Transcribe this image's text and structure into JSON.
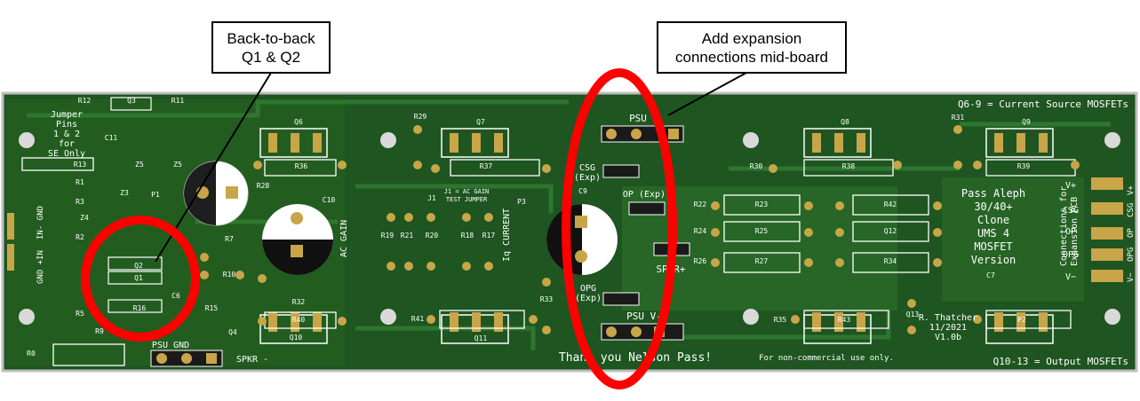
{
  "callouts": {
    "left": {
      "line1": "Back-to-back",
      "line2": "Q1 & Q2"
    },
    "right": {
      "line1": "Add expansion",
      "line2": "connections mid-board"
    }
  },
  "board": {
    "top_right": "Q6-9 = Current Source MOSFETs",
    "bottom_right": "Q10-13 = Output MOSFETs",
    "jumper_note": [
      "Jumper",
      "Pins",
      "1 & 2",
      "for",
      "SE Only"
    ],
    "title_block": [
      "Pass Aleph",
      "30/40+",
      "Clone",
      "UMS 4",
      "MOSFET",
      "Version"
    ],
    "author": [
      "R. Thatcher",
      "11/2021",
      "V1.0b"
    ],
    "expansion_note": [
      "Connections for",
      "Expansion PCB"
    ],
    "thanks": "Thank you Nelson Pass!",
    "noncommercial": "For non-commercial use only.",
    "j1_note": [
      "J1 = AC GAIN",
      "TEST JUMPER"
    ],
    "ac_gain": "AC GAIN",
    "iq_current": "Iq CURRENT",
    "labels": {
      "psu_top": "PSU",
      "psu_bottom": "PSU V-",
      "csg_exp": [
        "CSG",
        "(Exp)"
      ],
      "op_exp": "OP (Exp)",
      "opg_exp": [
        "OPG",
        "(Exp)"
      ],
      "spkr_plus": "SPKR+",
      "psu_gnd": "PSU GND",
      "spkr_minus": "SPKR -",
      "in_minus": "IN- GND",
      "in_plus": "GND +IN",
      "conn_right": [
        "V+",
        "CSG",
        "OP",
        "OPG",
        "V−"
      ],
      "conn_right_edge": [
        "V+",
        "CSG",
        "OP",
        "OPG",
        "V−"
      ]
    },
    "refdes": [
      "R12",
      "Q3",
      "R11",
      "C11",
      "R13",
      "Z5",
      "Z5",
      "R1",
      "Z3",
      "P1",
      "R3",
      "Z4",
      "R2",
      "Q2",
      "Q1",
      "R16",
      "R5",
      "R9",
      "R0",
      "C6",
      "R15",
      "Q4",
      "Q6",
      "R36",
      "R28",
      "C10",
      "R7",
      "R10",
      "R32",
      "R40",
      "Q10",
      "R29",
      "Q7",
      "R37",
      "J1",
      "R19",
      "R21",
      "R20",
      "R18",
      "R17",
      "P3",
      "C9",
      "R33",
      "R41",
      "Q11",
      "Q8",
      "R38",
      "R30",
      "R31",
      "Q9",
      "R39",
      "R22",
      "R23",
      "R24",
      "R25",
      "R26",
      "R27",
      "R42",
      "Q12",
      "R34",
      "R35",
      "R43",
      "Q13",
      "C7",
      "P2"
    ]
  },
  "colors": {
    "board": "#1f5a22",
    "board_light": "#2f7a30",
    "copper": "#c8a548",
    "annotation_red": "#ff0000"
  }
}
